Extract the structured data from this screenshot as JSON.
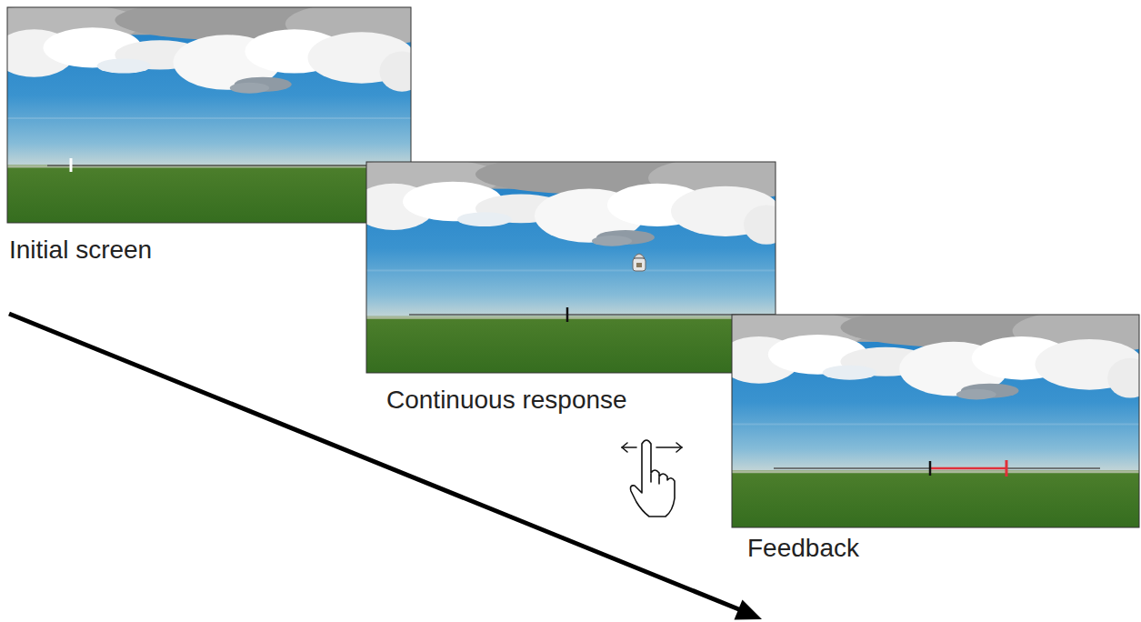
{
  "diagram": {
    "nodes": [
      {
        "text": [
          "Initial screen"
        ]
      },
      {
        "text": [
          "Continuous response"
        ]
      },
      {
        "text": [
          "Feedback"
        ]
      }
    ]
  }
}
